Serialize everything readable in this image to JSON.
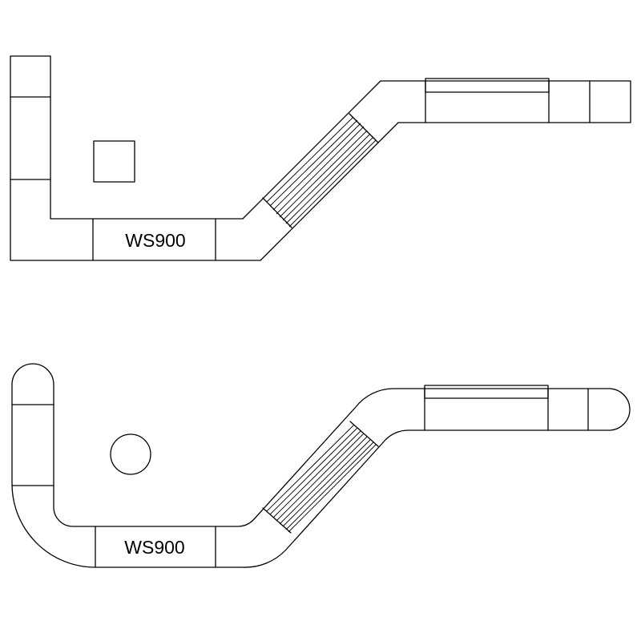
{
  "layouts": [
    {
      "style": "square",
      "label": "WS900",
      "marker": "square"
    },
    {
      "style": "rounded",
      "label": "WS900",
      "marker": "circle"
    }
  ],
  "colors": {
    "line": "#000000",
    "background": "#ffffff"
  }
}
